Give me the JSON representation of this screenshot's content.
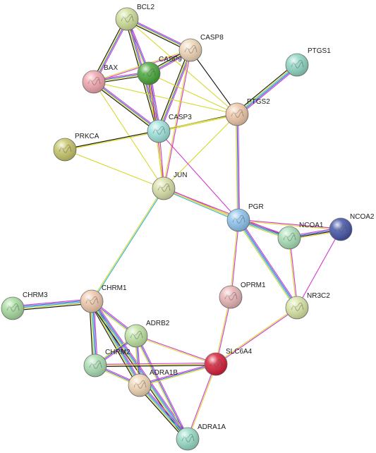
{
  "nodes": [
    {
      "id": "BCL2",
      "label": "BCL2",
      "color": "#cfe09a"
    },
    {
      "id": "CASP8",
      "label": "CASP8",
      "color": "#f0d7b8"
    },
    {
      "id": "BAX",
      "label": "BAX",
      "color": "#f2a6ae"
    },
    {
      "id": "CASP9",
      "label": "CASP9",
      "color": "#49a83a"
    },
    {
      "id": "PTGS1",
      "label": "PTGS1",
      "color": "#8fd6c4"
    },
    {
      "id": "PTGS2",
      "label": "PTGS2",
      "color": "#f0c8a8"
    },
    {
      "id": "CASP3",
      "label": "CASP3",
      "color": "#9fe3dd"
    },
    {
      "id": "PRKCA",
      "label": "PRKCA",
      "color": "#c8c66a"
    },
    {
      "id": "JUN",
      "label": "JUN",
      "color": "#d9e0a6"
    },
    {
      "id": "PGR",
      "label": "PGR",
      "color": "#8ec4ee"
    },
    {
      "id": "NCOA1",
      "label": "NCOA1",
      "color": "#a8dfb6"
    },
    {
      "id": "NCOA2",
      "label": "NCOA2",
      "color": "#4656a8"
    },
    {
      "id": "CHRM3",
      "label": "CHRM3",
      "color": "#a8dca0"
    },
    {
      "id": "CHRM1",
      "label": "CHRM1",
      "color": "#efc9ac"
    },
    {
      "id": "OPRM1",
      "label": "OPRM1",
      "color": "#e9b5b5"
    },
    {
      "id": "NR3C2",
      "label": "NR3C2",
      "color": "#d8e5a5"
    },
    {
      "id": "ADRB2",
      "label": "ADRB2",
      "color": "#bfe3a2"
    },
    {
      "id": "SLC6A4",
      "label": "SLC6A4",
      "color": "#d8203a"
    },
    {
      "id": "CHRM2",
      "label": "CHRM2",
      "color": "#a9deb2"
    },
    {
      "id": "ADRA1B",
      "label": "ADRA1B",
      "color": "#f0d5b3"
    },
    {
      "id": "ADRA1A",
      "label": "ADRA1A",
      "color": "#98dcc8"
    }
  ],
  "edges": [
    {
      "from": "BCL2",
      "to": "CASP8",
      "colors": [
        "#d03ad0",
        "#3a66d0",
        "#d8d830",
        "#111111"
      ]
    },
    {
      "from": "BCL2",
      "to": "BAX",
      "colors": [
        "#d03ad0",
        "#3a66d0",
        "#d8d830",
        "#111111"
      ]
    },
    {
      "from": "BCL2",
      "to": "CASP9",
      "colors": [
        "#d03ad0",
        "#3a66d0",
        "#d8d830"
      ]
    },
    {
      "from": "BCL2",
      "to": "CASP3",
      "colors": [
        "#d03ad0",
        "#3a66d0",
        "#d8d830",
        "#111111"
      ]
    },
    {
      "from": "BCL2",
      "to": "PTGS2",
      "colors": [
        "#d8d830"
      ]
    },
    {
      "from": "CASP8",
      "to": "BAX",
      "colors": [
        "#d03ad0",
        "#d8d830"
      ]
    },
    {
      "from": "CASP8",
      "to": "CASP9",
      "colors": [
        "#d03ad0",
        "#3a66d0",
        "#d8d830",
        "#111111"
      ]
    },
    {
      "from": "CASP8",
      "to": "CASP3",
      "colors": [
        "#d03ad0",
        "#3a66d0",
        "#d8d830",
        "#111111"
      ]
    },
    {
      "from": "CASP8",
      "to": "PTGS2",
      "colors": [
        "#111111"
      ]
    },
    {
      "from": "CASP8",
      "to": "JUN",
      "colors": [
        "#d03ad0",
        "#d8d830"
      ]
    },
    {
      "from": "BAX",
      "to": "CASP9",
      "colors": [
        "#d03ad0",
        "#3a66d0",
        "#d8d830",
        "#111111"
      ]
    },
    {
      "from": "BAX",
      "to": "CASP3",
      "colors": [
        "#d03ad0",
        "#3a66d0",
        "#d8d830",
        "#111111"
      ]
    },
    {
      "from": "BAX",
      "to": "PTGS2",
      "colors": [
        "#d8d830"
      ]
    },
    {
      "from": "BAX",
      "to": "JUN",
      "colors": [
        "#d8d830"
      ]
    },
    {
      "from": "CASP9",
      "to": "CASP3",
      "colors": [
        "#d03ad0",
        "#3a66d0",
        "#d8d830",
        "#111111"
      ]
    },
    {
      "from": "CASP9",
      "to": "PTGS2",
      "colors": [
        "#d8d830"
      ]
    },
    {
      "from": "CASP9",
      "to": "JUN",
      "colors": [
        "#d03ad0",
        "#d8d830"
      ]
    },
    {
      "from": "PTGS1",
      "to": "PTGS2",
      "colors": [
        "#d03ad0",
        "#3a66d0",
        "#30b0d0",
        "#d8d830",
        "#111111"
      ]
    },
    {
      "from": "PTGS2",
      "to": "CASP3",
      "colors": [
        "#d8d830",
        "#111111"
      ]
    },
    {
      "from": "PTGS2",
      "to": "JUN",
      "colors": [
        "#d8d830"
      ]
    },
    {
      "from": "PTGS2",
      "to": "PGR",
      "colors": [
        "#d03ad0",
        "#3a66d0",
        "#d8d830"
      ]
    },
    {
      "from": "PTGS2",
      "to": "PRKCA",
      "colors": [
        "#d8d830"
      ]
    },
    {
      "from": "CASP3",
      "to": "PRKCA",
      "colors": [
        "#d8d830",
        "#111111"
      ]
    },
    {
      "from": "CASP3",
      "to": "JUN",
      "colors": [
        "#d03ad0",
        "#d8d830"
      ]
    },
    {
      "from": "CASP3",
      "to": "PGR",
      "colors": [
        "#d03ad0"
      ]
    },
    {
      "from": "PRKCA",
      "to": "JUN",
      "colors": [
        "#d8d830"
      ]
    },
    {
      "from": "JUN",
      "to": "PGR",
      "colors": [
        "#d03ad0",
        "#d8d830",
        "#30b0d0"
      ]
    },
    {
      "from": "JUN",
      "to": "NCOA1",
      "colors": [
        "#d03ad0",
        "#d8d830"
      ]
    },
    {
      "from": "JUN",
      "to": "CHRM1",
      "colors": [
        "#30b0d0",
        "#d8d830"
      ]
    },
    {
      "from": "PGR",
      "to": "NCOA1",
      "colors": [
        "#d03ad0",
        "#3a66d0",
        "#30b0d0",
        "#d8d830"
      ]
    },
    {
      "from": "PGR",
      "to": "NCOA2",
      "colors": [
        "#d03ad0",
        "#d8d830"
      ]
    },
    {
      "from": "PGR",
      "to": "NR3C2",
      "colors": [
        "#d03ad0",
        "#3a66d0",
        "#30b0d0",
        "#d8d830"
      ]
    },
    {
      "from": "PGR",
      "to": "OPRM1",
      "colors": [
        "#d03ad0",
        "#d8d830"
      ]
    },
    {
      "from": "NCOA1",
      "to": "NCOA2",
      "colors": [
        "#d03ad0",
        "#3a66d0",
        "#111111",
        "#d8d830"
      ]
    },
    {
      "from": "NCOA1",
      "to": "NR3C2",
      "colors": [
        "#d03ad0",
        "#d8d830"
      ]
    },
    {
      "from": "NCOA2",
      "to": "NR3C2",
      "colors": [
        "#d03ad0"
      ]
    },
    {
      "from": "NR3C2",
      "to": "SLC6A4",
      "colors": [
        "#d03ad0",
        "#d8d830"
      ]
    },
    {
      "from": "OPRM1",
      "to": "SLC6A4",
      "colors": [
        "#d03ad0",
        "#d8d830"
      ]
    },
    {
      "from": "CHRM3",
      "to": "CHRM1",
      "colors": [
        "#d03ad0",
        "#3a66d0",
        "#30b0d0",
        "#d8d830",
        "#111111"
      ]
    },
    {
      "from": "CHRM1",
      "to": "ADRB2",
      "colors": [
        "#d03ad0",
        "#3a66d0",
        "#d8d830"
      ]
    },
    {
      "from": "CHRM1",
      "to": "CHRM2",
      "colors": [
        "#d03ad0",
        "#3a66d0",
        "#30b0d0",
        "#d8d830",
        "#111111"
      ]
    },
    {
      "from": "CHRM1",
      "to": "ADRA1B",
      "colors": [
        "#d03ad0",
        "#3a66d0",
        "#30b0d0",
        "#d8d830",
        "#111111"
      ]
    },
    {
      "from": "CHRM1",
      "to": "ADRA1A",
      "colors": [
        "#d03ad0",
        "#3a66d0",
        "#30b0d0",
        "#d8d830",
        "#111111"
      ]
    },
    {
      "from": "ADRB2",
      "to": "SLC6A4",
      "colors": [
        "#d03ad0",
        "#d8d830"
      ]
    },
    {
      "from": "ADRB2",
      "to": "CHRM2",
      "colors": [
        "#d03ad0",
        "#3a66d0",
        "#d8d830"
      ]
    },
    {
      "from": "ADRB2",
      "to": "ADRA1B",
      "colors": [
        "#d03ad0",
        "#3a66d0",
        "#d8d830"
      ]
    },
    {
      "from": "ADRB2",
      "to": "ADRA1A",
      "colors": [
        "#d03ad0",
        "#3a66d0",
        "#d8d830"
      ]
    },
    {
      "from": "CHRM2",
      "to": "SLC6A4",
      "colors": [
        "#d03ad0",
        "#d8d830",
        "#111111"
      ]
    },
    {
      "from": "CHRM2",
      "to": "ADRA1B",
      "colors": [
        "#d03ad0",
        "#3a66d0",
        "#d8d830"
      ]
    },
    {
      "from": "ADRA1B",
      "to": "SLC6A4",
      "colors": [
        "#d03ad0",
        "#3a66d0",
        "#d8d830"
      ]
    },
    {
      "from": "ADRA1B",
      "to": "ADRA1A",
      "colors": [
        "#d03ad0",
        "#3a66d0",
        "#30b0d0",
        "#d8d830",
        "#111111"
      ]
    },
    {
      "from": "ADRA1A",
      "to": "SLC6A4",
      "colors": [
        "#d03ad0",
        "#d8d830"
      ]
    }
  ]
}
